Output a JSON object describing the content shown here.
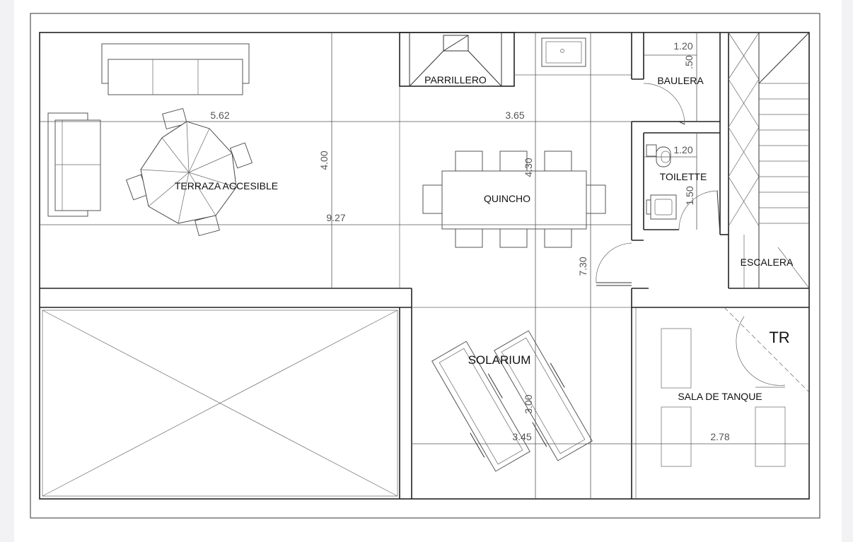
{
  "rooms": {
    "terraza": "TERRAZA ACCESIBLE",
    "parrillero": "PARRILLERO",
    "baulera": "BAULERA",
    "toilette": "TOILETTE",
    "quincho": "QUINCHO",
    "escalera": "ESCALERA",
    "solarium": "SOLARIUM",
    "sala_tanque": "SALA DE TANQUE",
    "tr": "TR"
  },
  "dimensions": {
    "d_562": "5.62",
    "d_365": "3.65",
    "d_120_top": "1.20",
    "d_50": ".50",
    "d_120_mid": "1.20",
    "d_400": "4.00",
    "d_430": "4.30",
    "d_150": "1.50",
    "d_927": "9.27",
    "d_730": "7.30",
    "d_300": "3.00",
    "d_345": "3.45",
    "d_278": "2.78"
  }
}
